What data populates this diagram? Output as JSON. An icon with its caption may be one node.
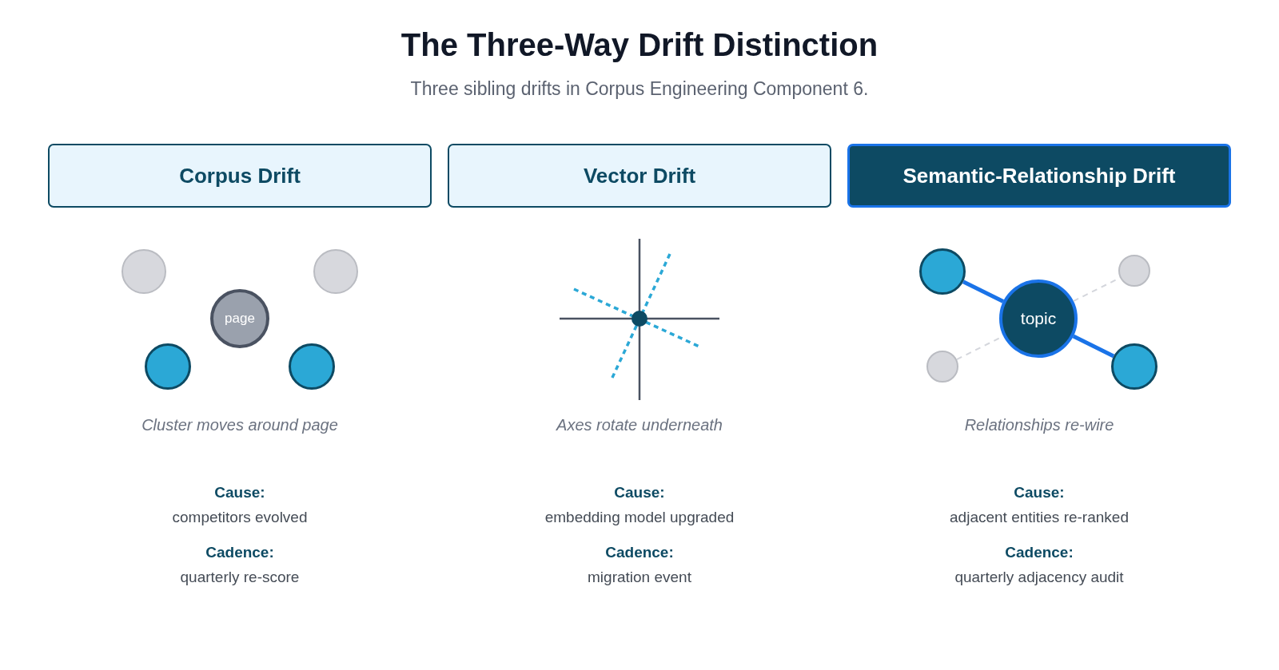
{
  "diagram": {
    "title": "The Three-Way Drift Distinction",
    "nodes": [
      {
        "text": [
          "Corpus Drift"
        ]
      },
      {
        "text": [
          "Vector Drift"
        ]
      },
      {
        "text": [
          "Semantic-Relationship Drift"
        ]
      },
      {
        "text": [],
        "shape": "circle"
      },
      {
        "text": [],
        "shape": "circle"
      },
      {
        "text": [
          "page"
        ]
      },
      {
        "text": [],
        "shape": "circle"
      },
      {
        "text": [],
        "shape": "circle"
      },
      {
        "text": [],
        "shape": "circle"
      },
      {
        "text": [],
        "shape": "circle"
      },
      {
        "text": [
          "topic"
        ]
      },
      {
        "text": [],
        "shape": "circle"
      },
      {
        "text": [],
        "shape": "circle"
      }
    ],
    "edges": [
      {
        "from": 8,
        "to": 10,
        "arrow": "none",
        "style": "thick",
        "color": "#1a73e8"
      },
      {
        "from": 10,
        "to": 12,
        "arrow": "none",
        "style": "thick",
        "color": "#1a73e8"
      },
      {
        "from": 11,
        "to": 10,
        "arrow": "none",
        "style": "dashed",
        "color": "#d4d6dc"
      },
      {
        "from": 10,
        "to": 9,
        "arrow": "none",
        "style": "dashed",
        "color": "#d4d6dc"
      }
    ],
    "labels": [
      "Three sibling drifts in Corpus Engineering Component 6.",
      "Cluster moves around page",
      "Cause:",
      "competitors evolved",
      "Cadence:",
      "quarterly re-score",
      "Axes rotate underneath",
      "Cause:",
      "embedding model upgraded",
      "Cadence:",
      "migration event",
      "Relationships re-wire",
      "Cause:",
      "adjacent entities re-ranked",
      "Cadence:",
      "quarterly adjacency audit"
    ]
  }
}
